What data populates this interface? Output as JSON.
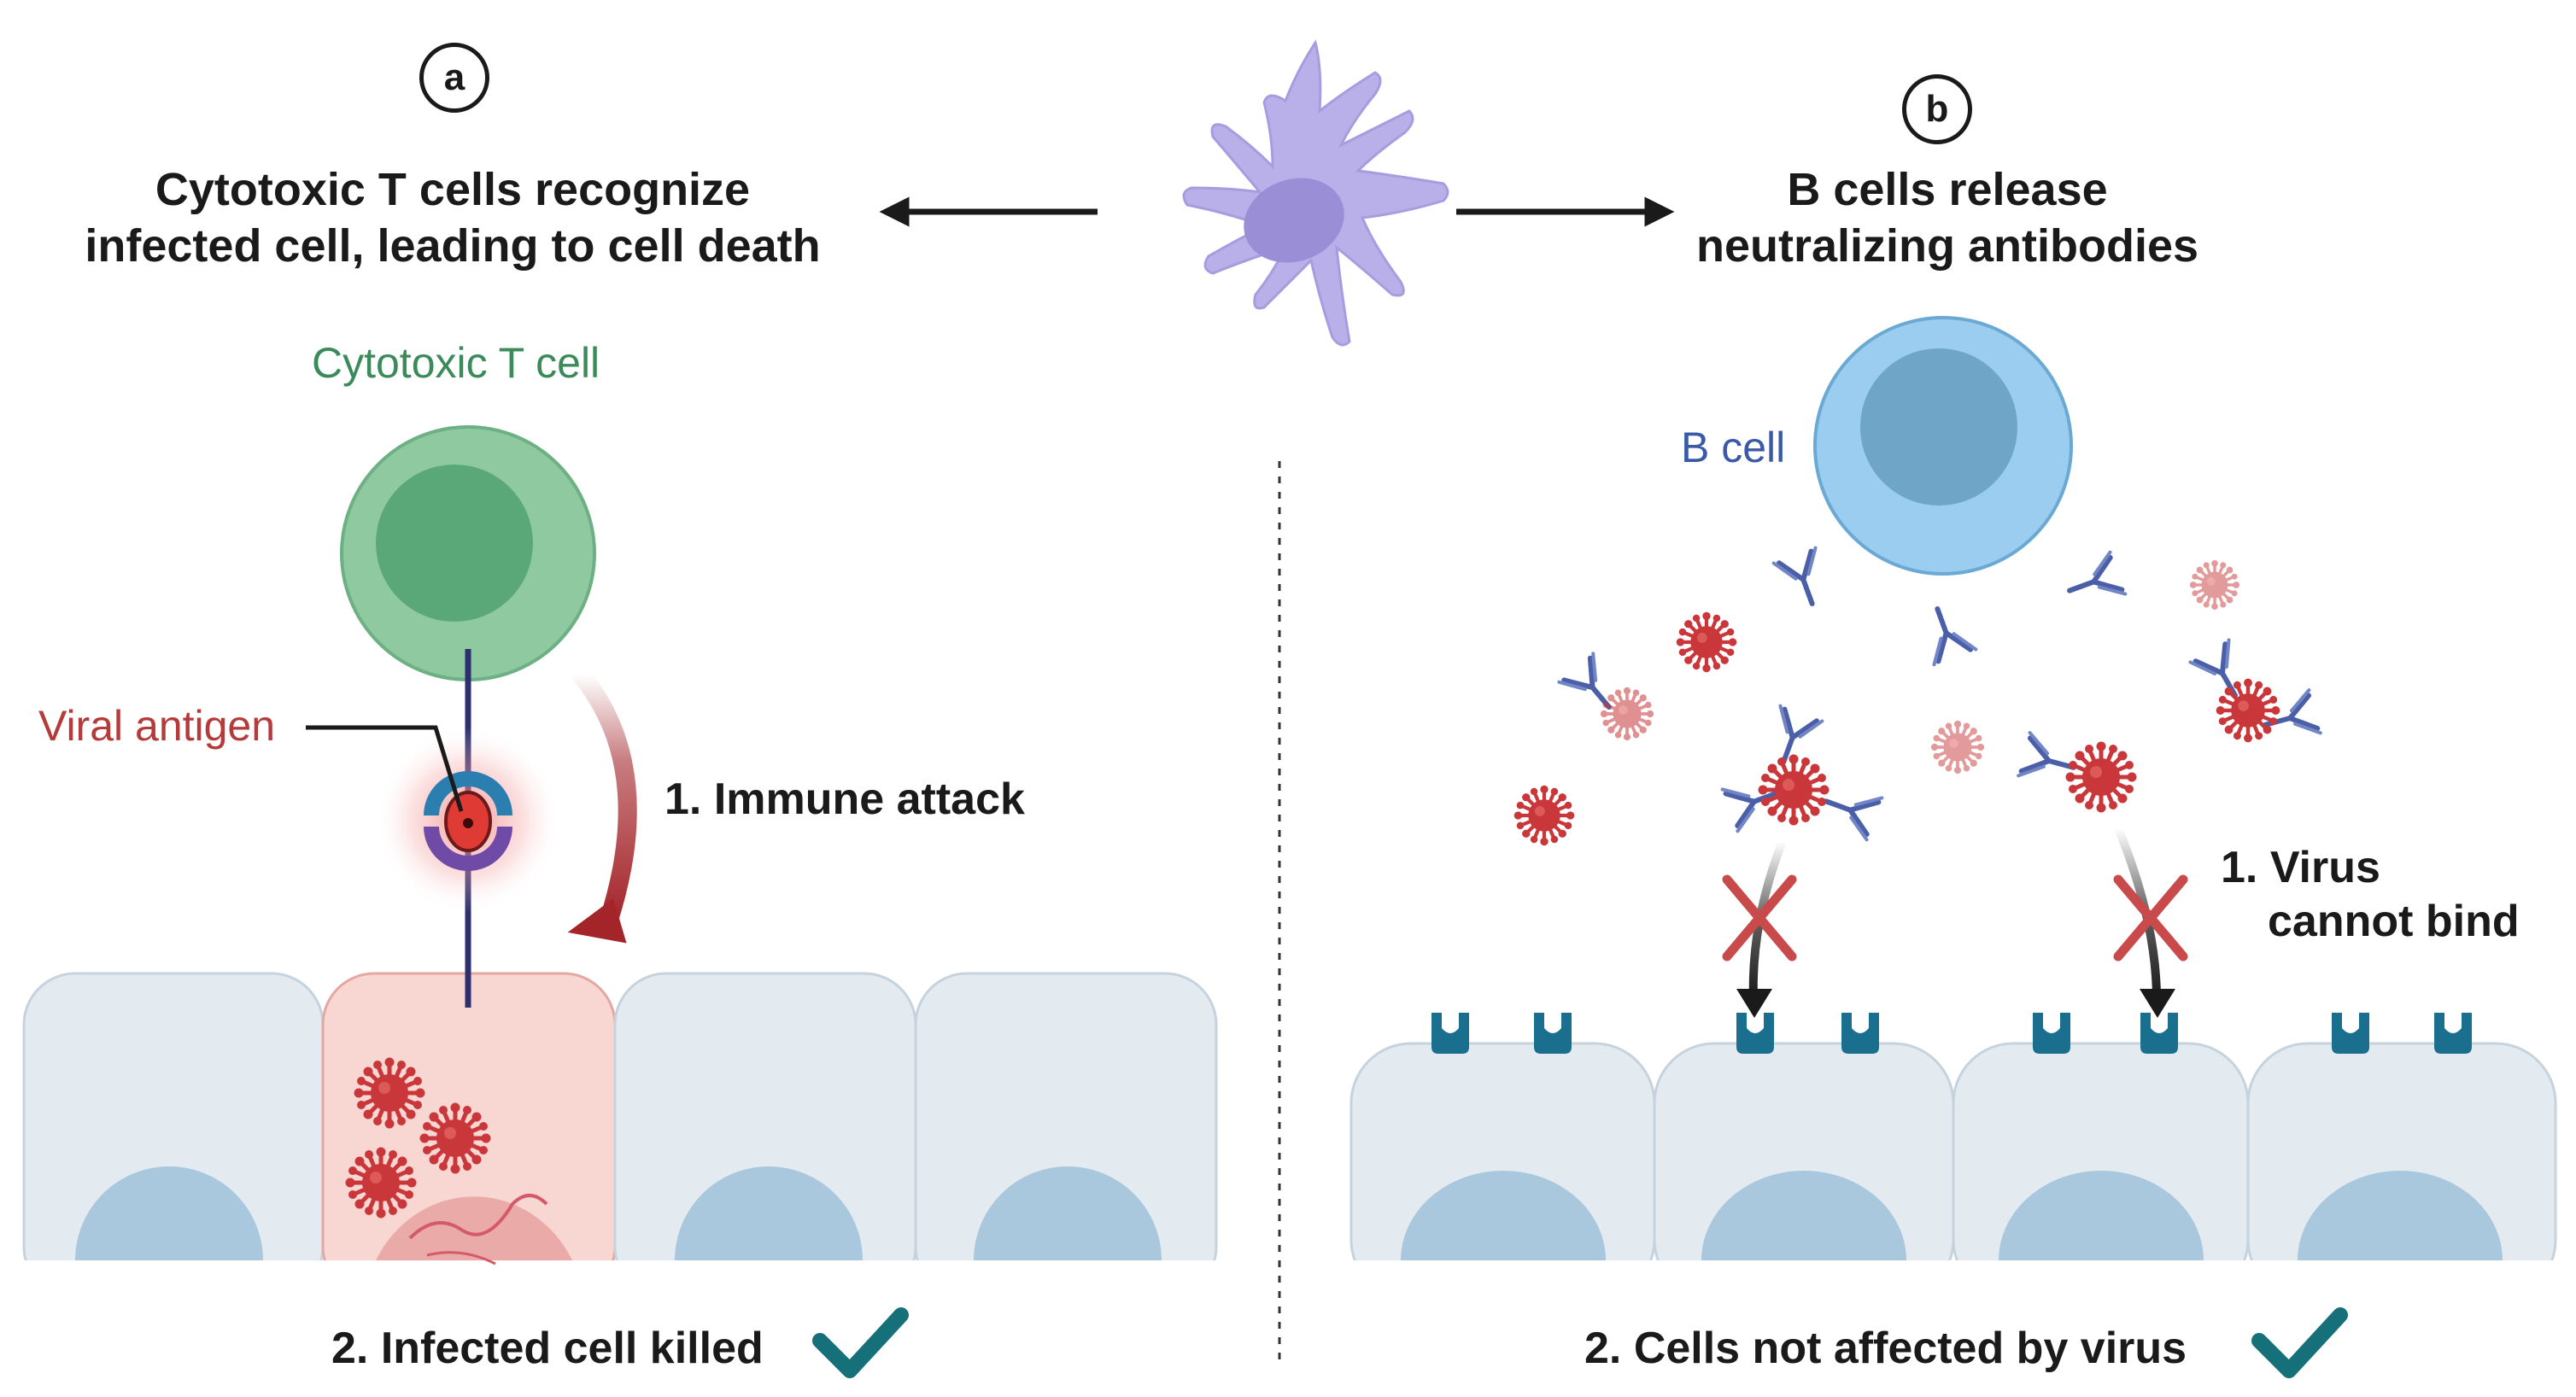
{
  "panel_a": {
    "badge": "a",
    "title_line1": "Cytotoxic T cells recognize",
    "title_line2": "infected cell, leading to cell death",
    "t_cell_label": "Cytotoxic T cell",
    "antigen_label": "Viral antigen",
    "step1": "1. Immune attack",
    "step2": "2. Infected cell killed"
  },
  "panel_b": {
    "badge": "b",
    "title_line1": "B cells release",
    "title_line2": "neutralizing antibodies",
    "b_cell_label": "B cell",
    "step1_line1": "1. Virus",
    "step1_line2": "cannot bind",
    "step2": "2. Cells not affected by virus"
  },
  "colors": {
    "t_cell": "#8fc9a0",
    "t_cell_nucleus": "#5aa877",
    "t_cell_label": "#3a8a5a",
    "b_cell": "#9bcdf0",
    "b_cell_nucleus": "#6fa5c6",
    "b_cell_label": "#3a5aa8",
    "dendritic_cell": "#b9b0ea",
    "epithelial": "#e3ebf1",
    "epithelial_nucleus": "#a9c8dd",
    "infected_cell": "#f8d6d2",
    "virus": "#c9373a",
    "antibody": "#4a5fa8",
    "receptor": "#1a6f8e",
    "check": "#16707a",
    "attack_arrow": "#a3252a",
    "antigen_label": "#b53a3a"
  }
}
